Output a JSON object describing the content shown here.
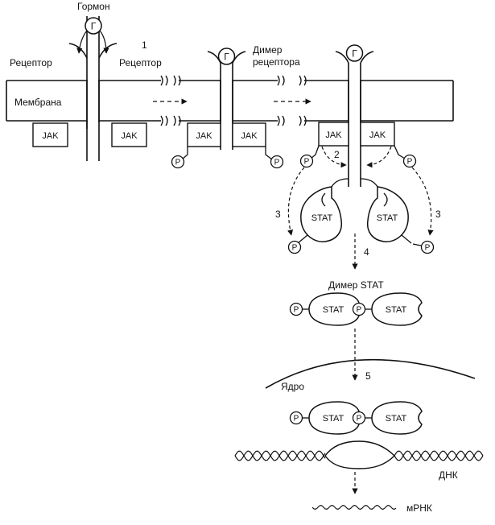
{
  "labels": {
    "hormone": "Гормон",
    "receptor_left": "Рецептор",
    "receptor_right": "Рецептор",
    "membrane": "Мембрана",
    "receptor_dimer_line1": "Димер",
    "receptor_dimer_line2": "рецептора",
    "stat_dimer": "Димер STAT",
    "nucleus": "Ядро",
    "dna": "ДНК",
    "mrna": "мРНК"
  },
  "symbols": {
    "hormone": "Г",
    "jak": "JAK",
    "phosphate": "P",
    "stat": "STAT"
  },
  "steps": {
    "s1": "1",
    "s2": "2",
    "s3": "3",
    "s4": "4",
    "s5": "5"
  }
}
